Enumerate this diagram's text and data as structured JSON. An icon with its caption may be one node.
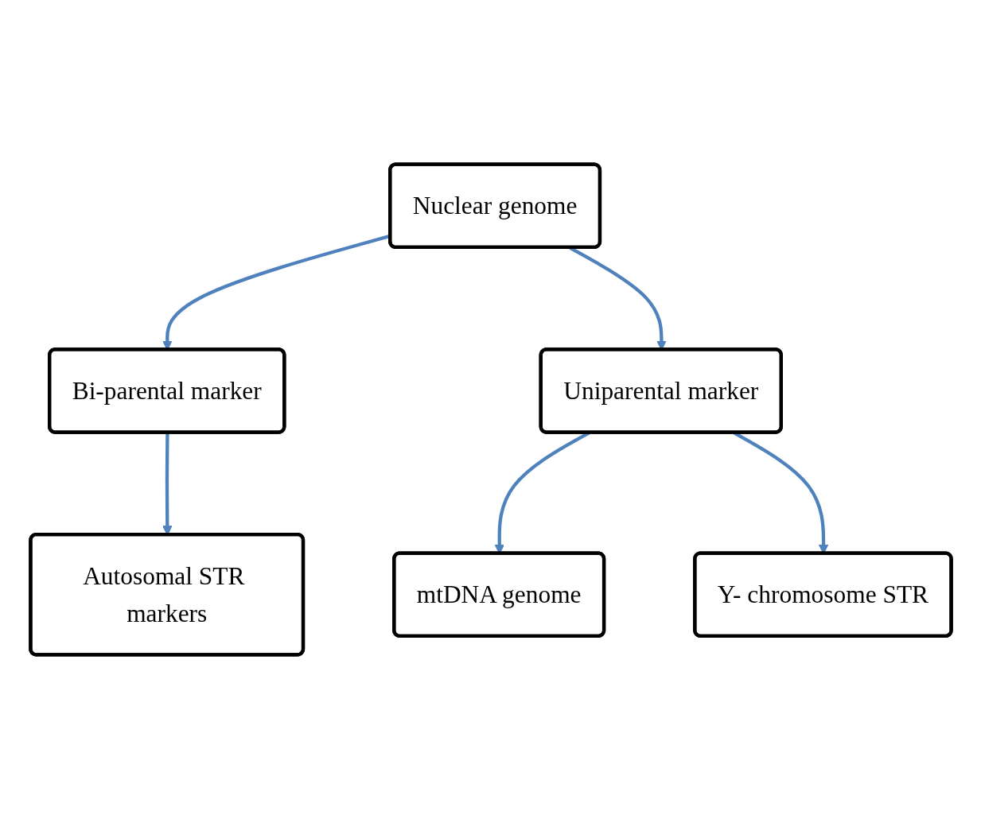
{
  "diagram": {
    "nodes": [
      {
        "text": [
          "Nuclear genome"
        ]
      },
      {
        "text": [
          "Bi-parental marker"
        ]
      },
      {
        "text": [
          "Uniparental marker"
        ]
      },
      {
        "text": [
          "mtDNA genome"
        ]
      },
      {
        "text": [
          "Autosomal STR markers"
        ]
      },
      {
        "text": [
          "Y- chromosome STR"
        ]
      }
    ],
    "edges": [
      {
        "from": 0,
        "to": 1,
        "arrow": "to"
      },
      {
        "from": 0,
        "to": 2,
        "arrow": "to"
      },
      {
        "from": 2,
        "to": 3,
        "arrow": "to"
      },
      {
        "from": 1,
        "to": 4,
        "arrow": "to"
      },
      {
        "from": 2,
        "to": 5,
        "arrow": "to"
      }
    ]
  }
}
